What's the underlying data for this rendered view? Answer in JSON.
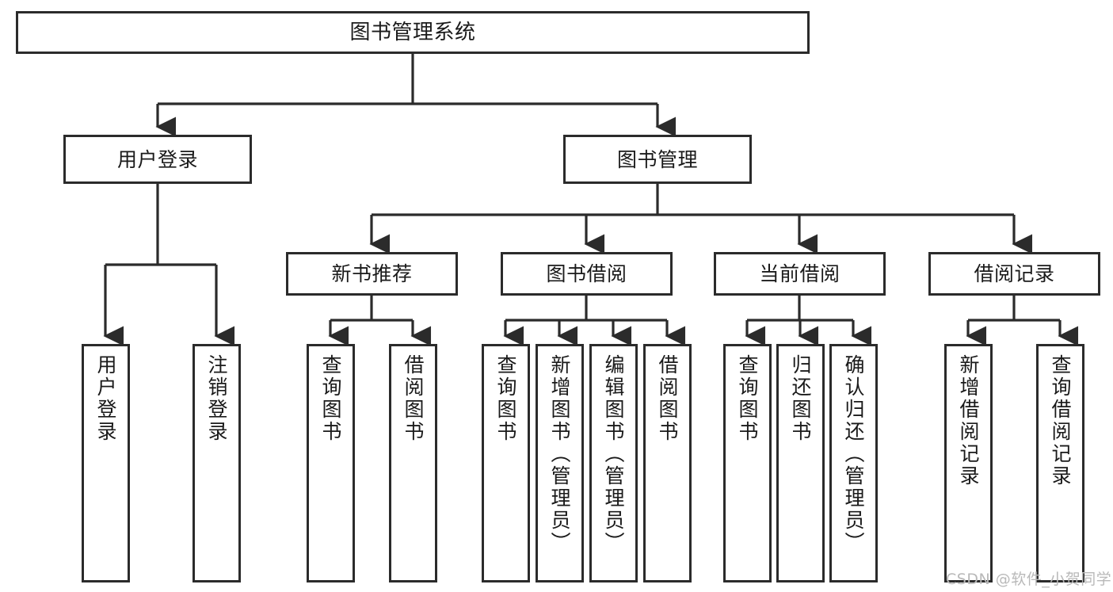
{
  "diagram": {
    "type": "tree-hierarchy-flowchart",
    "title": "图书管理系统",
    "orientation": "top-down",
    "line_color": "#2b2b2b",
    "box_fill": "#ffffff",
    "text_color": "#1a1a1a",
    "nodes": {
      "root": {
        "label": "图书管理系统"
      },
      "level2": [
        {
          "id": "user-login",
          "label": "用户登录"
        },
        {
          "id": "book-manage",
          "label": "图书管理"
        }
      ],
      "level3": [
        {
          "id": "new-book-recommend",
          "label": "新书推荐"
        },
        {
          "id": "book-borrow",
          "label": "图书借阅"
        },
        {
          "id": "current-borrow",
          "label": "当前借阅"
        },
        {
          "id": "borrow-record",
          "label": "借阅记录"
        }
      ],
      "leaves": {
        "user_login": [
          {
            "id": "leaf-user-login",
            "label": "用户登录"
          },
          {
            "id": "leaf-user-logout",
            "label": "注销登录"
          }
        ],
        "new_book_recommend": [
          {
            "id": "leaf-query-book-1",
            "label": "查询图书"
          },
          {
            "id": "leaf-borrow-book-1",
            "label": "借阅图书"
          }
        ],
        "book_borrow": [
          {
            "id": "leaf-query-book-2",
            "label": "查询图书"
          },
          {
            "id": "leaf-add-book",
            "label": "新增图书（管理员）"
          },
          {
            "id": "leaf-edit-book",
            "label": "编辑图书（管理员）"
          },
          {
            "id": "leaf-borrow-book-2",
            "label": "借阅图书"
          }
        ],
        "current_borrow": [
          {
            "id": "leaf-query-book-3",
            "label": "查询图书"
          },
          {
            "id": "leaf-return-book",
            "label": "归还图书"
          },
          {
            "id": "leaf-confirm-return",
            "label": "确认归还（管理员）"
          }
        ],
        "borrow_record": [
          {
            "id": "leaf-add-record",
            "label": "新增借阅记录"
          },
          {
            "id": "leaf-query-record",
            "label": "查询借阅记录"
          }
        ]
      }
    }
  },
  "watermark": {
    "text": "CSDN @软件_小贺同学"
  }
}
